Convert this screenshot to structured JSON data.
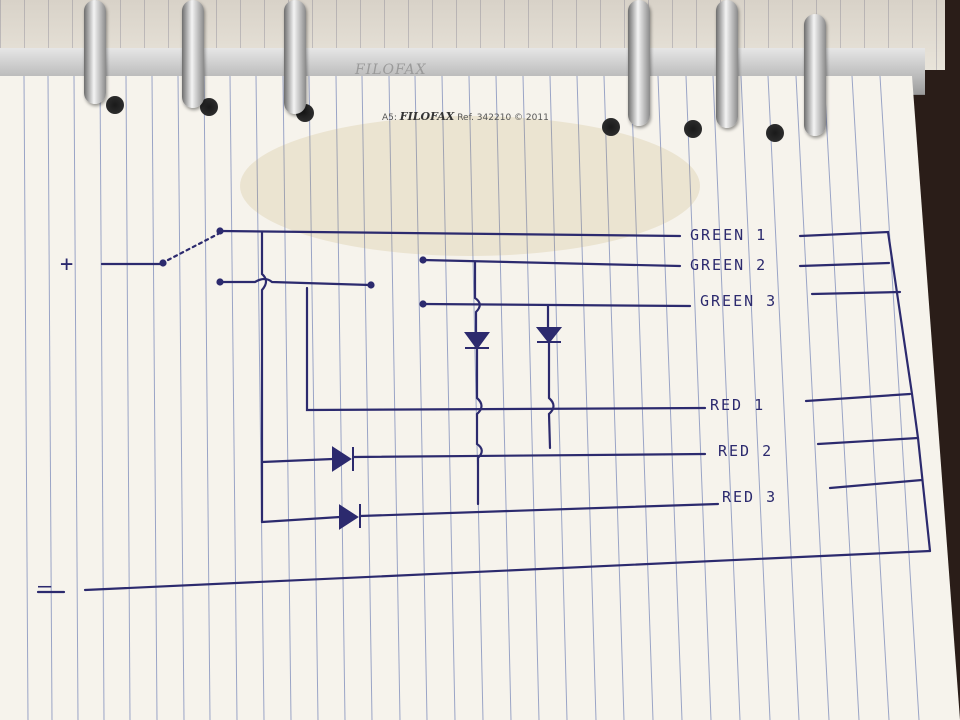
{
  "header": {
    "size": "A5:",
    "brand": "FILOFAX",
    "ref": "Ref. 342210 © 2011"
  },
  "ring_bar_text": "FILOFAX",
  "labels": {
    "plus": "+",
    "minus": "–",
    "green1": "GREEN 1",
    "green2": "GREEN 2",
    "green3": "GREEN 3",
    "red1": "RED 1",
    "red2": "RED 2",
    "red3": "RED 3"
  },
  "colors": {
    "ink": "#2c2a6e",
    "paper": "#f6f3ec",
    "rule": "#9aa4c6"
  }
}
